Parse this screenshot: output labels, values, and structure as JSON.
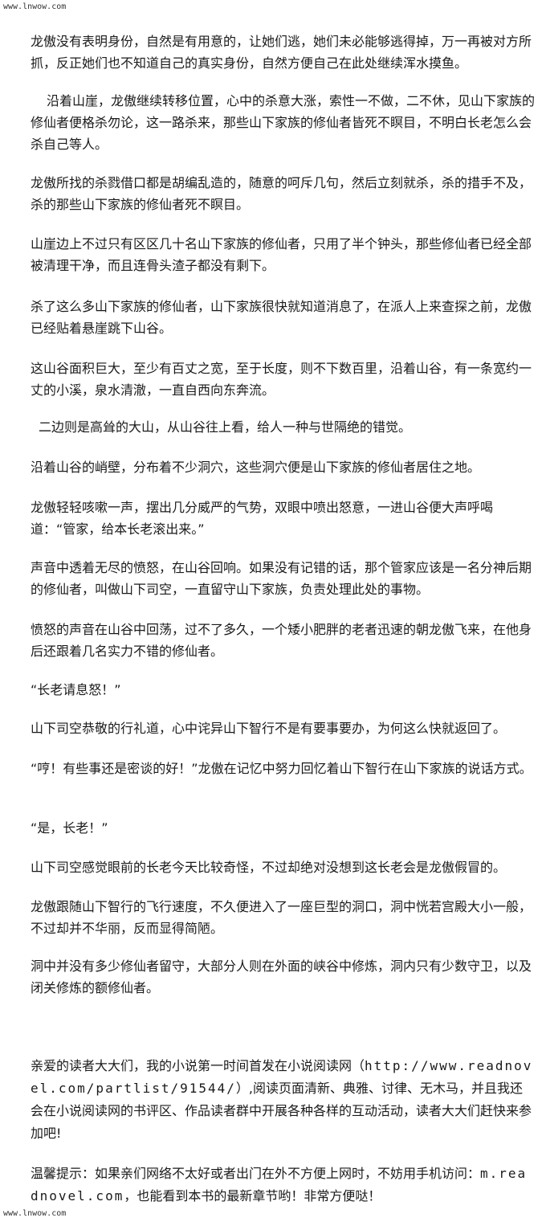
{
  "watermark": {
    "top": "www.lnwow.com",
    "bottom": "www.lnwow.com"
  },
  "paragraphs": [
    "龙傲没有表明身份，自然是有用意的，让她们逃，她们未必能够逃得掉，万一再被对方所抓，反正她们也不知道自己的真实身份，自然方便自己在此处继续浑水摸鱼。",
    "沿着山崖，龙傲继续转移位置，心中的杀意大涨，索性一不做，二不休，见山下家族的修仙者便格杀勿论，这一路杀来，那些山下家族的修仙者皆死不瞑目，不明白长老怎么会杀自己等人。",
    "龙傲所找的杀戮借口都是胡编乱造的，随意的呵斥几句，然后立刻就杀，杀的措手不及，杀的那些山下家族的修仙者死不瞑目。",
    "山崖边上不过只有区区几十名山下家族的修仙者，只用了半个钟头，那些修仙者已经全部被清理干净，而且连骨头渣子都没有剩下。",
    "杀了这么多山下家族的修仙者，山下家族很快就知道消息了，在派人上来查探之前，龙傲已经贴着悬崖跳下山谷。",
    "这山谷面积巨大，至少有百丈之宽，至于长度，则不下数百里，沿着山谷，有一条宽约一丈的小溪，泉水清澈，一直自西向东奔流。",
    "二边则是高耸的大山，从山谷往上看，给人一种与世隔绝的错觉。",
    "沿着山谷的峭壁，分布着不少洞穴，这些洞穴便是山下家族的修仙者居住之地。",
    "龙傲轻轻咳嗽一声，摆出几分威严的气势，双眼中喷出怒意，一进山谷便大声呼喝道：“管家，给本长老滚出来。”",
    "声音中透着无尽的愤怒，在山谷回响。如果没有记错的话，那个管家应该是一名分神后期的修仙者，叫做山下司空，一直留守山下家族，负责处理此处的事物。",
    "愤怒的声音在山谷中回荡，过不了多久，一个矮小肥胖的老者迅速的朝龙傲飞来，在他身后还跟着几名实力不错的修仙者。",
    "“长老请息怒！”",
    "山下司空恭敬的行礼道，心中诧异山下智行不是有要事要办，为何这么快就返回了。",
    "“哼！有些事还是密谈的好！”龙傲在记忆中努力回忆着山下智行在山下家族的说话方式。",
    "“是，长老！”",
    "山下司空感觉眼前的长老今天比较奇怪，不过却绝对没想到这长老会是龙傲假冒的。",
    "龙傲跟随山下智行的飞行速度，不久便进入了一座巨型的洞口，洞中恍若宫殿大小一般，不过却并不华丽，反而显得简陋。",
    "洞中并没有多少修仙者留守，大部分人则在外面的峡谷中修炼，洞内只有少数守卫，以及闭关修炼的额修仙者。"
  ],
  "footer": {
    "promo_before": "亲爱的读者大大们，我的小说第一时间首发在小说阅读网（",
    "promo_url": "http://www.readnovel.com/partlist/91544/",
    "promo_after": "）,阅读页面清新、典雅、讨律、无木马，并且我还会在小说阅读网的书评区、作品读者群中开展各种各样的互动活动，读者大大们赶快来参加吧!",
    "tip_before": "温馨提示：如果亲们网络不太好或者出门在外不方便上网时，不妨用手机访问：",
    "tip_url": "m.readnovel.com",
    "tip_after": "，也能看到本书的最新章节哟！非常方便哒！"
  }
}
